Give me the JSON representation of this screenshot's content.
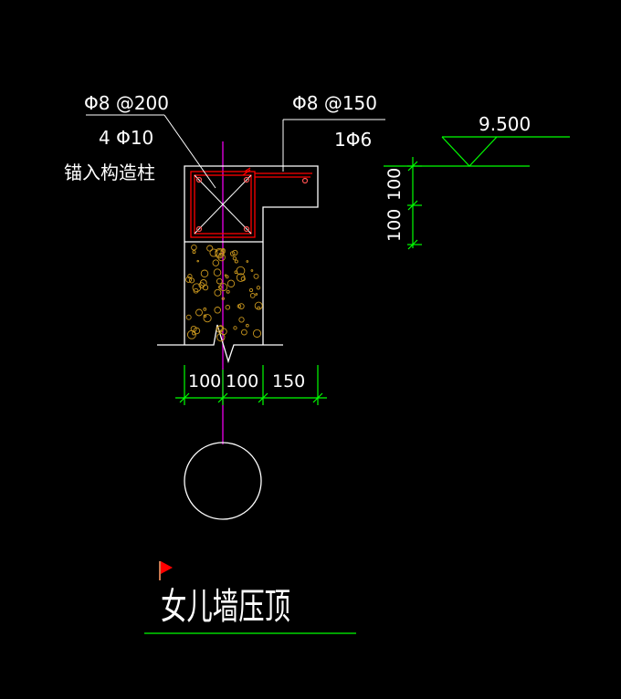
{
  "labels": {
    "stirrup_left": "Φ8 @200",
    "bars_left": "4 Φ10",
    "anchor_note": "锚入构造柱",
    "stirrup_right": "Φ8 @150",
    "bar_right": "1Φ6",
    "elevation": "9.500",
    "dim_vertical_top": "100",
    "dim_vertical_bottom": "100",
    "dim_h1": "100",
    "dim_h2": "100",
    "dim_h3": "150",
    "title": "女儿墙压顶"
  },
  "colors": {
    "background": "#000000",
    "outline": "#ffffff",
    "dimension": "#00ff00",
    "rebar": "#ff0000",
    "axis": "#ff00ff",
    "concrete_dots": "#c8961e",
    "flag": "#ff0000"
  },
  "icons": {
    "flag": "red-flag-icon",
    "axis_circle": "axis-circle-icon"
  }
}
